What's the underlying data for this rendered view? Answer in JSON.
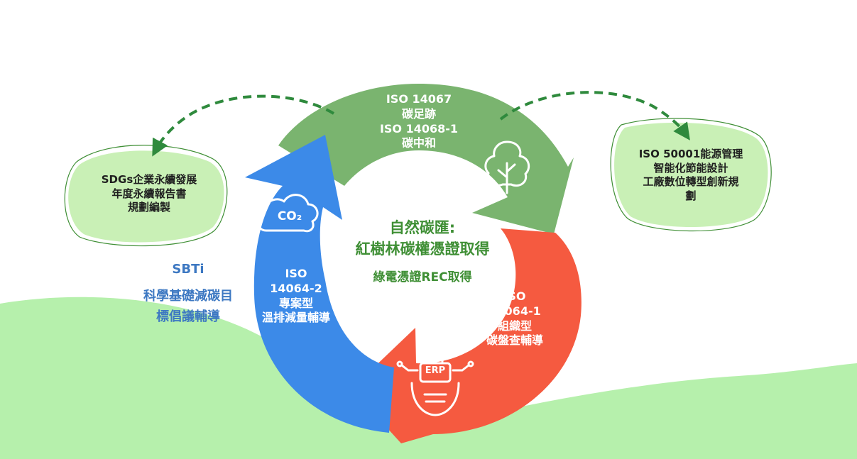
{
  "diagram": {
    "top_arrow": {
      "lines": [
        "ISO 14067",
        "碳足跡",
        "ISO 14068-1",
        "碳中和"
      ],
      "icon": "tree-icon"
    },
    "right_arrow": {
      "lines": [
        "ISO",
        "14064-1",
        "組織型",
        "碳盤查輔導"
      ],
      "icon": "erp-gear-icon"
    },
    "left_arrow": {
      "lines": [
        "ISO",
        "14064-2",
        "專案型",
        "溫排減量輔導"
      ],
      "icon": "co2-cloud-icon"
    },
    "center": {
      "lines": [
        "自然碳匯:",
        "紅樹林碳權憑證取得",
        "綠電憑證REC取得"
      ]
    },
    "left_bubble": {
      "lines": [
        "SDGs企業永續發展",
        "年度永續報告書",
        "規劃編製"
      ]
    },
    "right_bubble": {
      "lines": [
        "ISO 50001能源管理",
        "智能化節能設計",
        "工廠數位轉型創新規",
        "劃"
      ]
    },
    "sbti": {
      "title": "SBTi",
      "lines": [
        "科學基礎減碳目",
        "標倡議輔導"
      ]
    },
    "co2_label": "CO₂",
    "erp_label": "ERP",
    "colors": {
      "green_arrow": "#7ab46f",
      "red_arrow": "#f55a40",
      "blue_arrow": "#3c8ae8",
      "bubble": "#c9f0b6",
      "hill": "#b6f0ac",
      "dashed": "#2f8a3d",
      "center_text": "#3f8f35",
      "sbti_text": "#3d78c2"
    }
  }
}
